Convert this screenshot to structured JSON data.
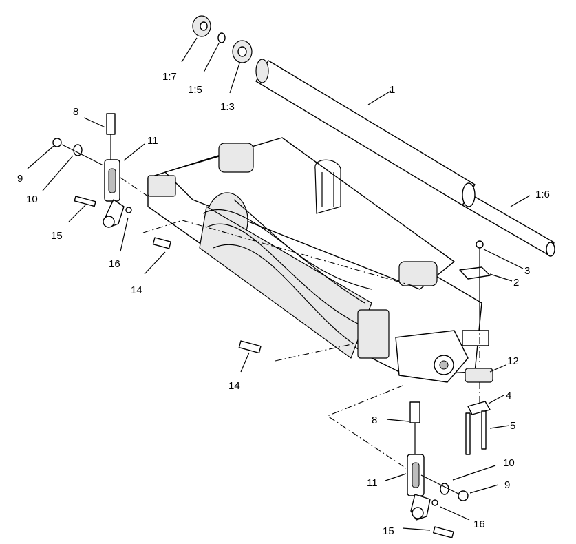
{
  "labels": {
    "l1": "1",
    "l1_7": "1:7",
    "l1_5": "1:5",
    "l1_3": "1:3",
    "l1_6": "1:6",
    "l2": "2",
    "l3": "3",
    "l4": "4",
    "l5": "5",
    "l8a": "8",
    "l8b": "8",
    "l9a": "9",
    "l9b": "9",
    "l10a": "10",
    "l10b": "10",
    "l11a": "11",
    "l11b": "11",
    "l12": "12",
    "l14a": "14",
    "l14b": "14",
    "l15a": "15",
    "l15b": "15",
    "l16a": "16",
    "l16b": "16"
  }
}
